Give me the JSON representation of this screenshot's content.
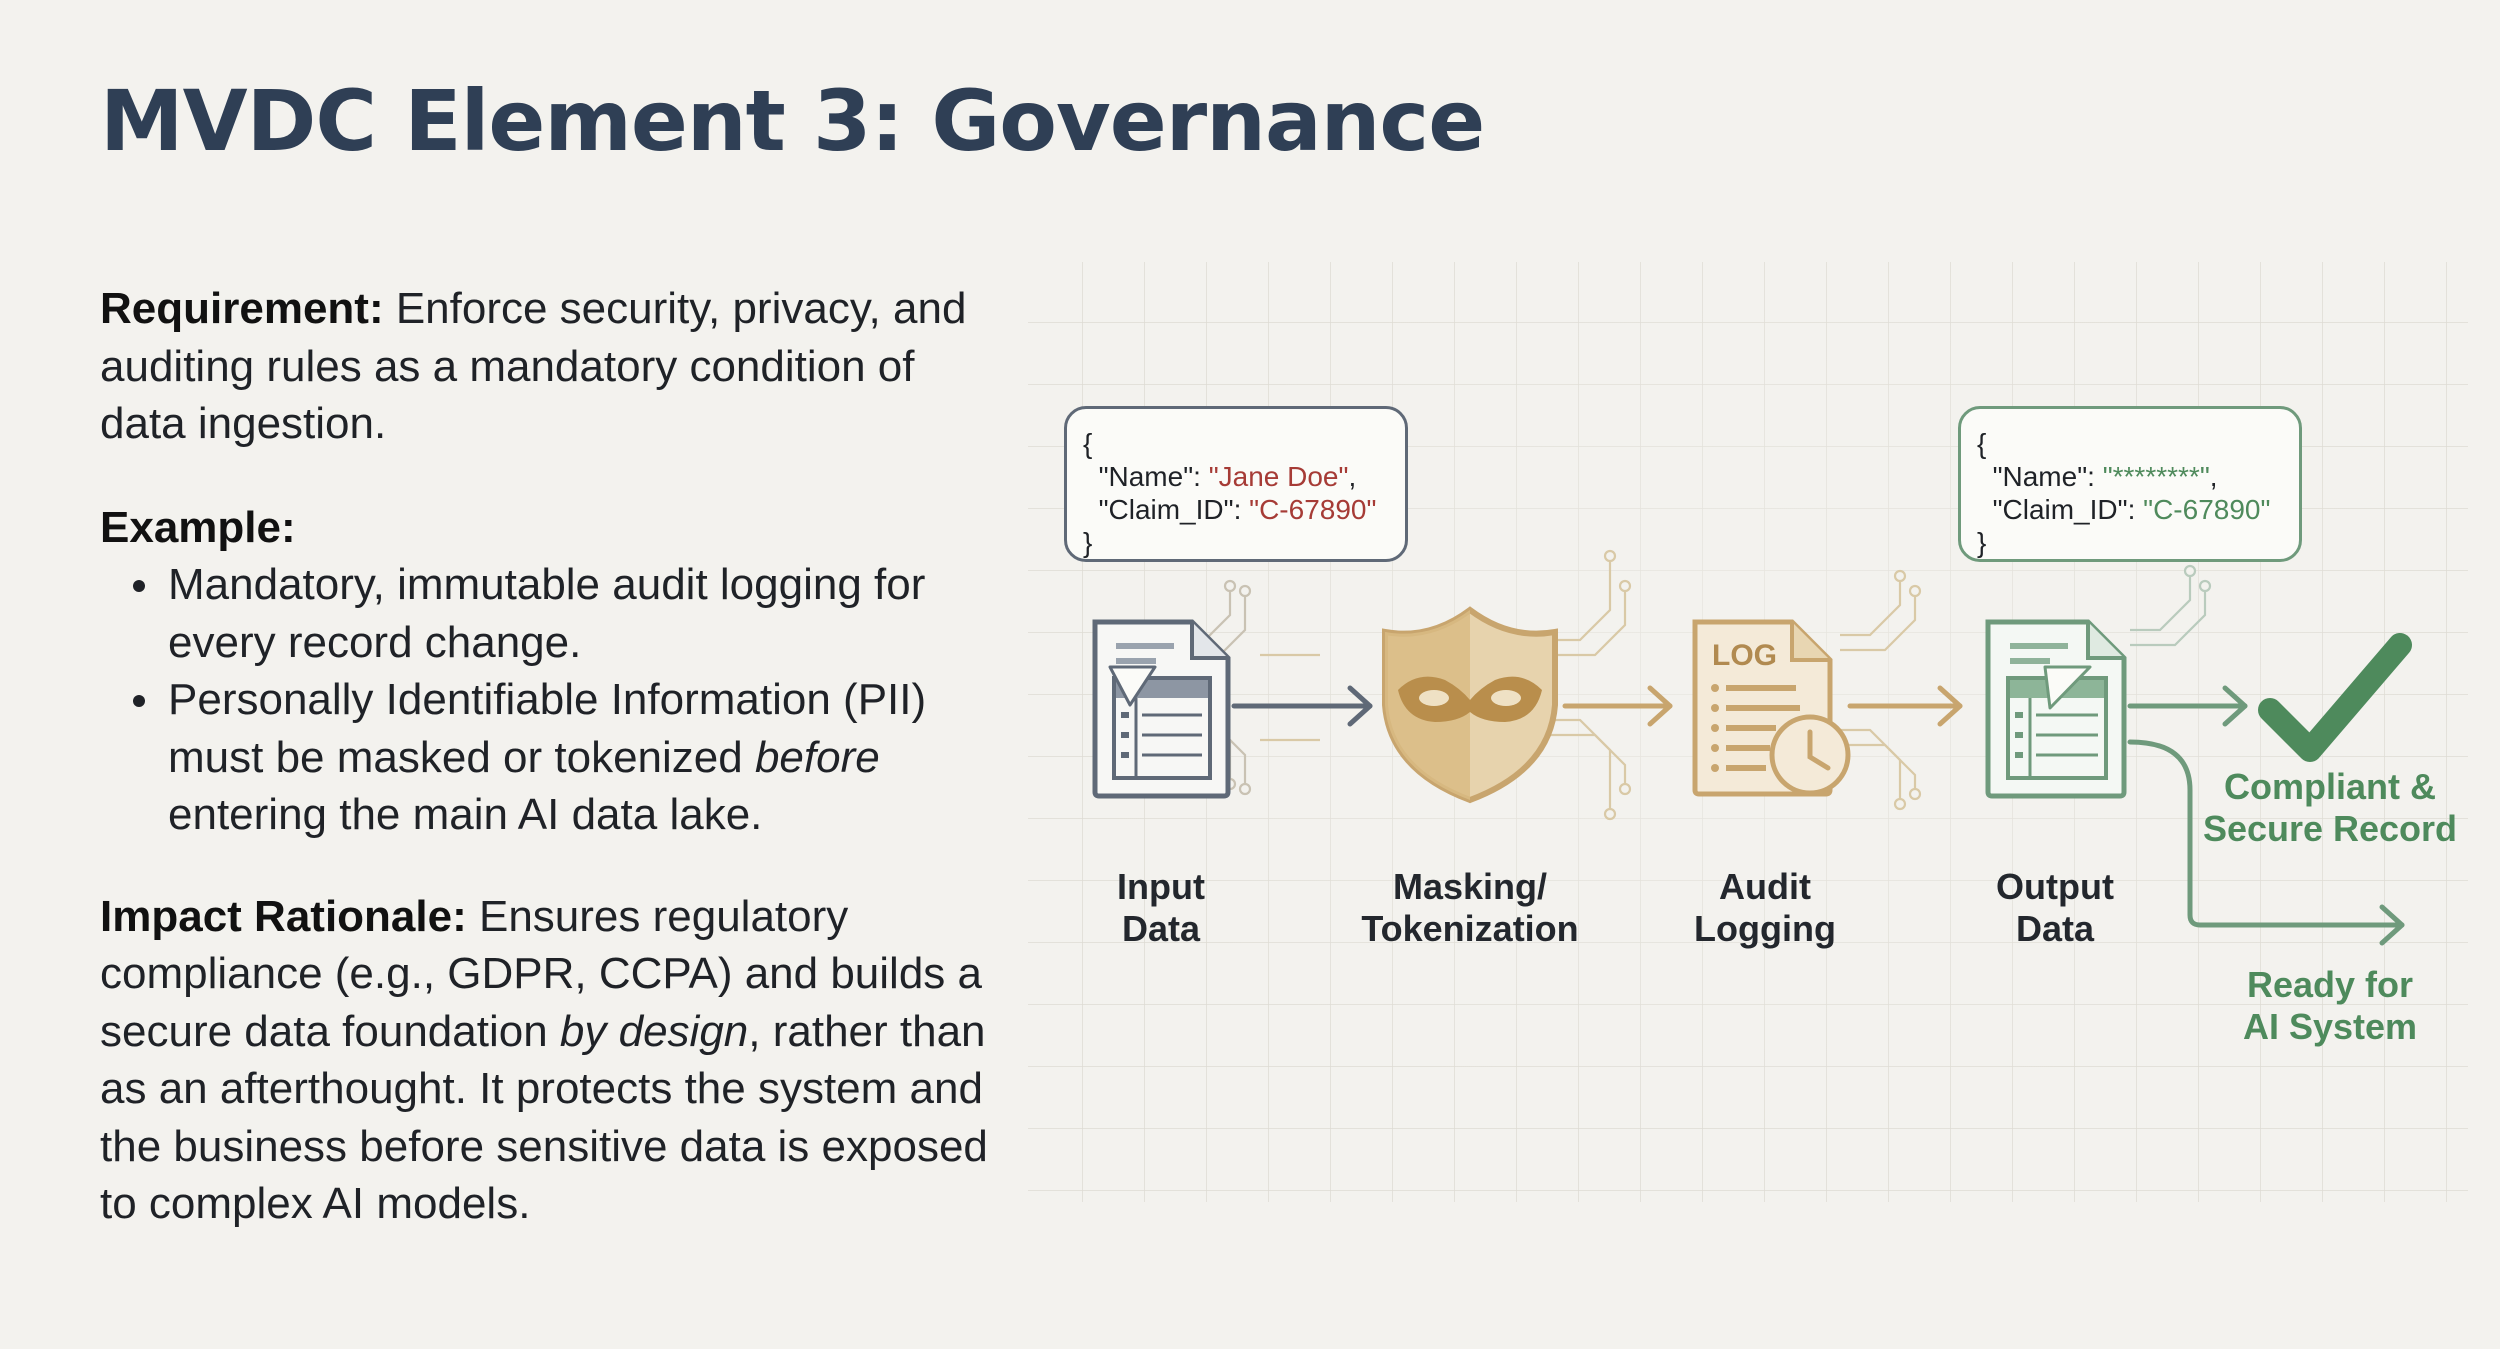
{
  "title": "MVDC Element 3: Governance",
  "requirement": {
    "label": "Requirement:",
    "text": " Enforce security, privacy, and auditing rules as a mandatory condition of data ingestion."
  },
  "example": {
    "label": "Example:",
    "bullet1": "Mandatory, immutable audit logging for every record change.",
    "bullet2_pre": "Personally Identifiable Information (PII) must be masked or tokenized ",
    "bullet2_em": "before",
    "bullet2_post": " entering the main AI data lake."
  },
  "impact": {
    "label": "Impact Rationale:",
    "text_pre": " Ensures regulatory compliance (e.g., GDPR, CCPA) and builds a secure data foundation ",
    "text_em": "by design",
    "text_post": ", rather than as an afterthought. It protects the system and the business before sensitive data is exposed to complex AI models."
  },
  "input_json": {
    "open": "{",
    "name_key": "\"Name\": ",
    "name_val": "\"Jane Doe\"",
    "name_comma": ",",
    "claim_key": "\"Claim_ID\": ",
    "claim_val": "\"C-67890\"",
    "close": "}"
  },
  "output_json": {
    "open": "{",
    "name_key": "\"Name\": ",
    "name_val": "\"********\"",
    "name_comma": ",",
    "claim_key": "\"Claim_ID\": ",
    "claim_val": "\"C-67890\"",
    "close": "}"
  },
  "stages": {
    "input_line1": "Input",
    "input_line2": "Data",
    "masking_line1": "Masking/",
    "masking_line2": "Tokenization",
    "audit_line1": "Audit",
    "audit_line2": "Logging",
    "output_line1": "Output",
    "output_line2": "Data",
    "log_badge": "LOG"
  },
  "outcomes": {
    "compliant_line1": "Compliant &",
    "compliant_line2": "Secure Record",
    "ready_line1": "Ready for",
    "ready_line2": "AI System"
  },
  "colors": {
    "title": "#2f3f55",
    "slate": "#5f6977",
    "gold": "#c8a56e",
    "green": "#4e8a5c",
    "pii_red": "#a63b36"
  }
}
